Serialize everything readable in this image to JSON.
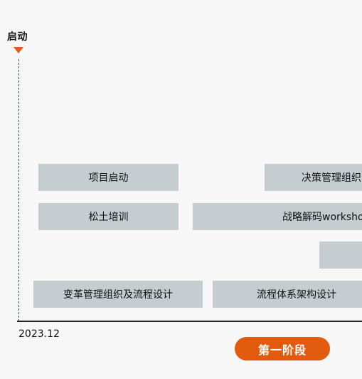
{
  "milestone": {
    "label": "启动",
    "marker_color": "#e25a1c"
  },
  "timeline": {
    "start_date": "2023.12"
  },
  "tasks": [
    {
      "label": "项目启动"
    },
    {
      "label": "决策管理组织"
    },
    {
      "label": "松土培训"
    },
    {
      "label": "战略解码workshop"
    },
    {
      "label": ""
    },
    {
      "label": "变革管理组织及流程设计"
    },
    {
      "label": "流程体系架构设计"
    }
  ],
  "phase": {
    "label": "第一阶段",
    "color": "#e25a0e"
  },
  "colors": {
    "task_fill": "#c5cdd1",
    "background": "#f7f7f7"
  }
}
